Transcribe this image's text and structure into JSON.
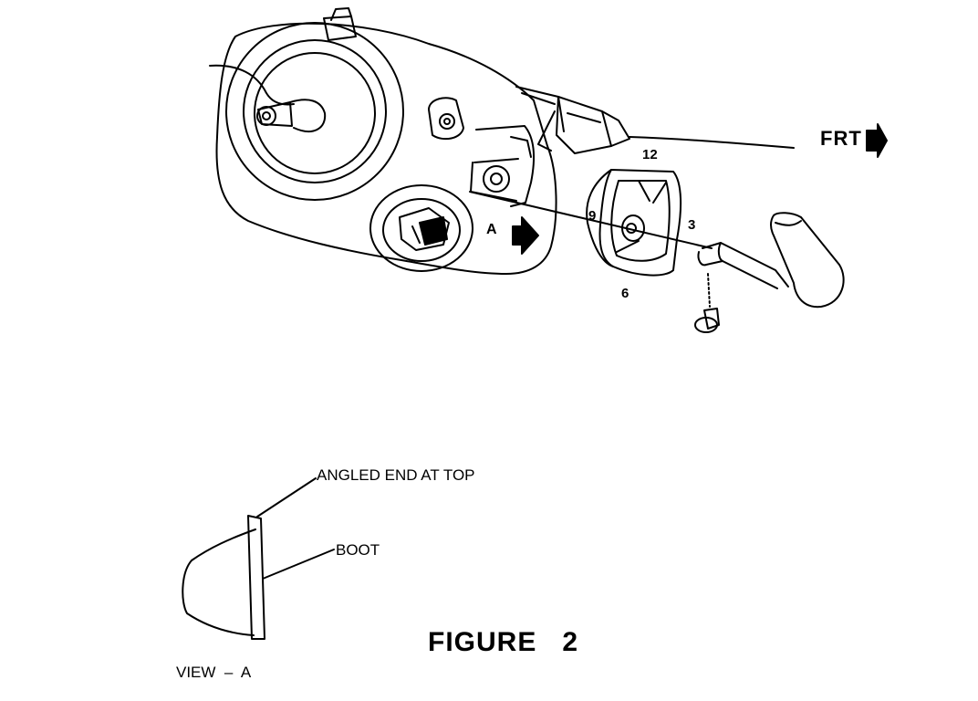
{
  "diagram": {
    "direction_label": "FRT",
    "view_arrow_label": "A",
    "boot_clock_positions": {
      "top": "12",
      "left": "9",
      "right": "3",
      "bottom": "6"
    },
    "callouts": {
      "angled_end": "ANGLED END AT TOP",
      "boot": "BOOT"
    },
    "figure_title": "FIGURE   2",
    "view_caption": "VIEW  –  A"
  }
}
